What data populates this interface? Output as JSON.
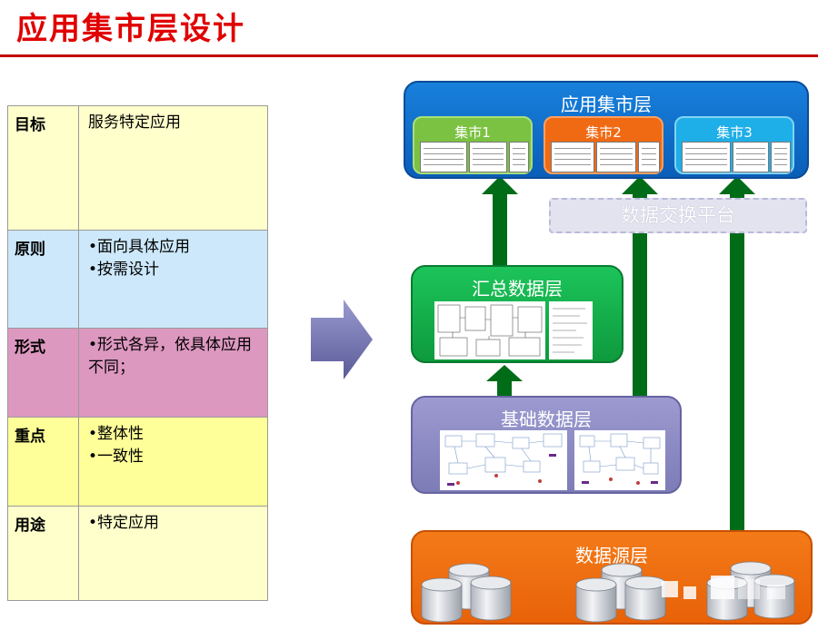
{
  "page": {
    "title": "应用集市层设计"
  },
  "table": {
    "rows": [
      {
        "key": "目标",
        "lines": [
          "服务特定应用"
        ],
        "color": "#ffffcc"
      },
      {
        "key": "原则",
        "lines": [
          "•面向具体应用",
          "•按需设计"
        ],
        "color": "#cce8fa"
      },
      {
        "key": "形式",
        "lines": [
          "•形式各异，依具体应用不同；"
        ],
        "color": "#dd98c0"
      },
      {
        "key": "重点",
        "lines": [
          "•整体性",
          "•一致性"
        ],
        "color": "#ffff99"
      },
      {
        "key": "用途",
        "lines": [
          "•特定应用"
        ],
        "color": "#ffffcc"
      }
    ]
  },
  "diagram": {
    "app_layer": {
      "title": "应用集市层",
      "color": "#0a6ac8"
    },
    "marts": [
      {
        "label": "集市1",
        "color": "#7cc242"
      },
      {
        "label": "集市2",
        "color": "#f06a14"
      },
      {
        "label": "集市3",
        "color": "#1eaee8"
      }
    ],
    "exchange": {
      "label": "数据交换平台"
    },
    "summary_layer": {
      "title": "汇总数据层",
      "color": "#12b04a"
    },
    "base_layer": {
      "title": "基础数据层",
      "color": "#8a88c0"
    },
    "source_layer": {
      "title": "数据源层",
      "color": "#f07010"
    },
    "arrow_color": "#006c18"
  }
}
